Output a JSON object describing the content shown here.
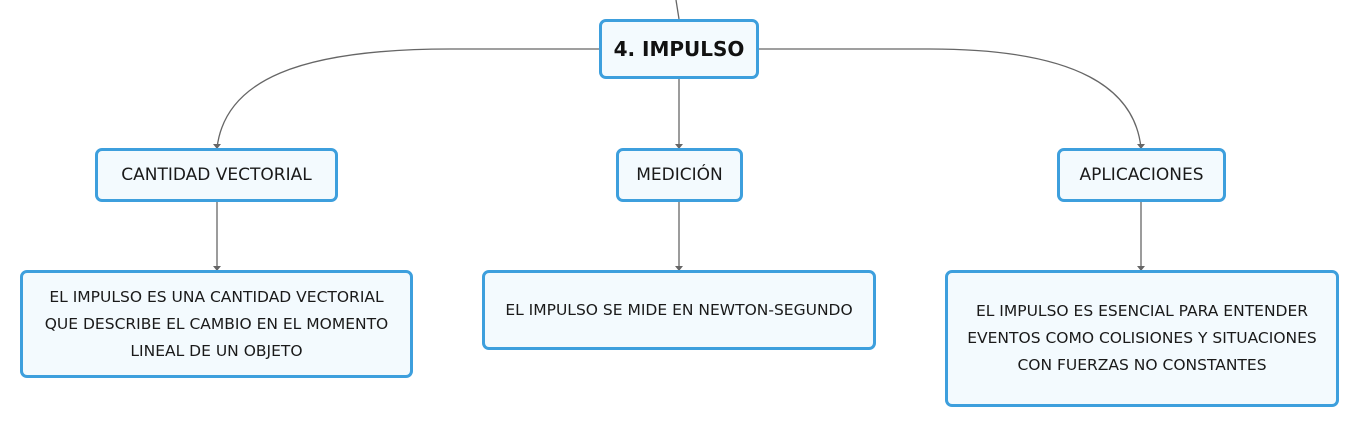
{
  "map": {
    "root": {
      "label": "4. IMPULSO"
    },
    "branches": [
      {
        "label": "CANTIDAD VECTORIAL",
        "detail": "EL IMPULSO ES UNA CANTIDAD VECTORIAL QUE DESCRIBE EL CAMBIO EN EL MOMENTO LINEAL DE UN OBJETO"
      },
      {
        "label": "MEDICIÓN",
        "detail": "EL IMPULSO SE MIDE EN NEWTON-SEGUNDO"
      },
      {
        "label": "APLICACIONES",
        "detail": "EL IMPULSO ES ESENCIAL PARA ENTENDER EVENTOS COMO COLISIONES Y SITUACIONES CON FUERZAS NO CONSTANTES"
      }
    ]
  },
  "colors": {
    "node_border": "#3d9fdd",
    "node_fill": "#f3fafe",
    "connector": "#666666"
  }
}
